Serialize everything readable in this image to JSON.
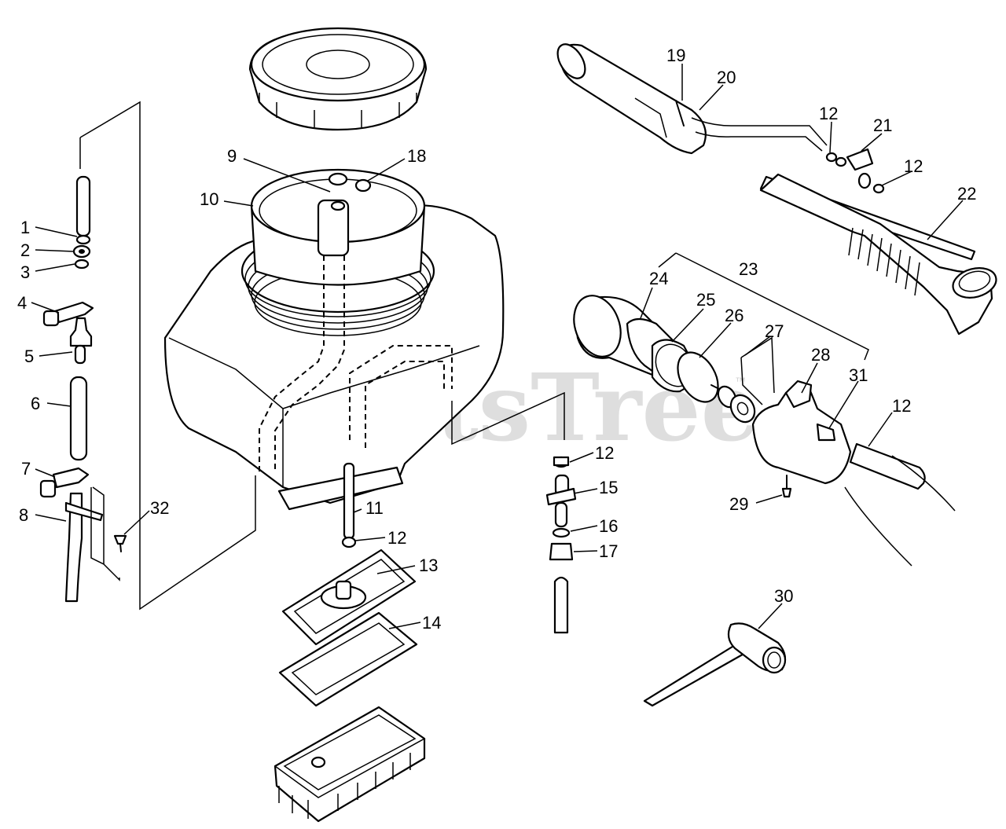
{
  "watermark": {
    "text": "PartsTree",
    "trademark": "™"
  },
  "callouts": [
    {
      "id": "c1",
      "label": "1"
    },
    {
      "id": "c2",
      "label": "2"
    },
    {
      "id": "c3",
      "label": "3"
    },
    {
      "id": "c4",
      "label": "4"
    },
    {
      "id": "c5",
      "label": "5"
    },
    {
      "id": "c6",
      "label": "6"
    },
    {
      "id": "c7",
      "label": "7"
    },
    {
      "id": "c8",
      "label": "8"
    },
    {
      "id": "c9",
      "label": "9"
    },
    {
      "id": "c10",
      "label": "10"
    },
    {
      "id": "c11",
      "label": "11"
    },
    {
      "id": "c12a",
      "label": "12"
    },
    {
      "id": "c12b",
      "label": "12"
    },
    {
      "id": "c12c",
      "label": "12"
    },
    {
      "id": "c12d",
      "label": "12"
    },
    {
      "id": "c12e",
      "label": "12"
    },
    {
      "id": "c13",
      "label": "13"
    },
    {
      "id": "c14",
      "label": "14"
    },
    {
      "id": "c15",
      "label": "15"
    },
    {
      "id": "c16",
      "label": "16"
    },
    {
      "id": "c17",
      "label": "17"
    },
    {
      "id": "c18",
      "label": "18"
    },
    {
      "id": "c19",
      "label": "19"
    },
    {
      "id": "c20",
      "label": "20"
    },
    {
      "id": "c21",
      "label": "21"
    },
    {
      "id": "c22",
      "label": "22"
    },
    {
      "id": "c23",
      "label": "23"
    },
    {
      "id": "c24",
      "label": "24"
    },
    {
      "id": "c25",
      "label": "25"
    },
    {
      "id": "c26",
      "label": "26"
    },
    {
      "id": "c27",
      "label": "27"
    },
    {
      "id": "c28",
      "label": "28"
    },
    {
      "id": "c29",
      "label": "29"
    },
    {
      "id": "c30",
      "label": "30"
    },
    {
      "id": "c31",
      "label": "31"
    },
    {
      "id": "c32",
      "label": "32"
    }
  ]
}
